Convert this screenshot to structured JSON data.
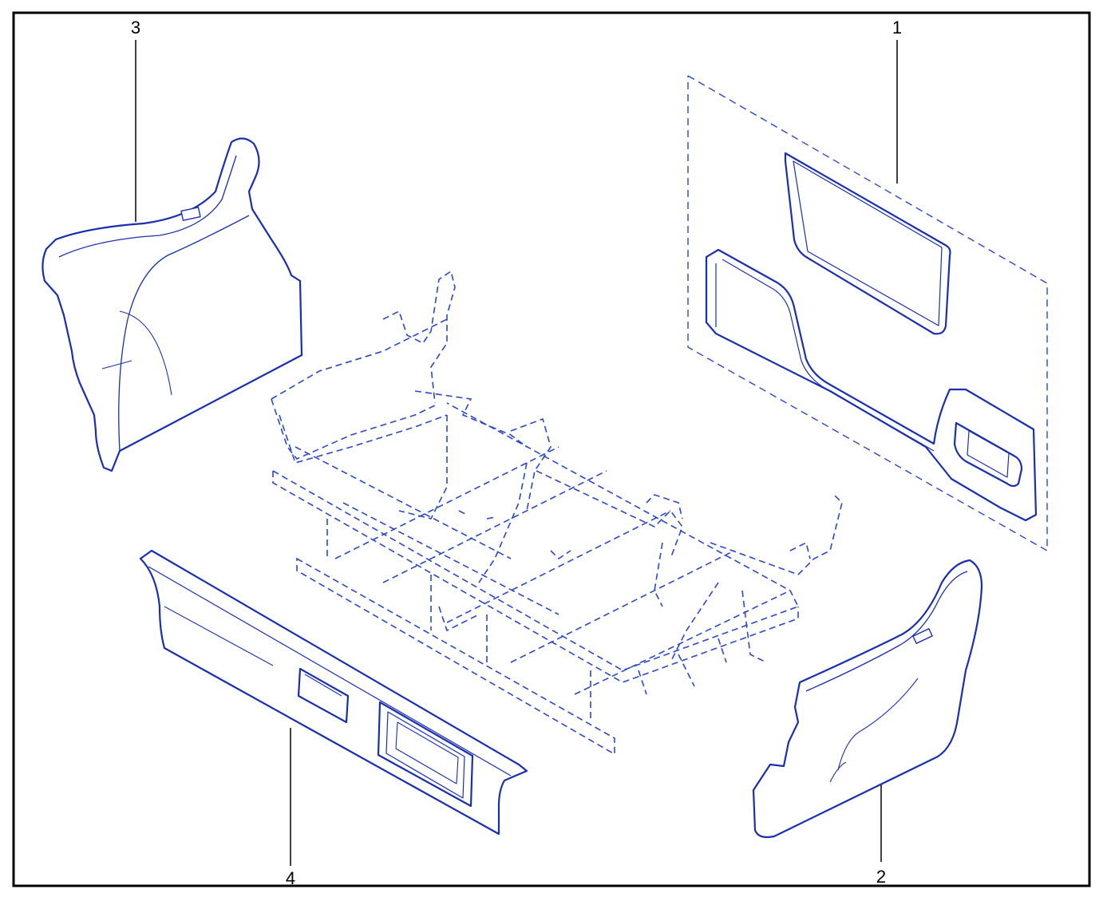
{
  "diagram": {
    "callouts": [
      {
        "id": "1",
        "label": "1"
      },
      {
        "id": "2",
        "label": "2"
      },
      {
        "id": "3",
        "label": "3"
      },
      {
        "id": "4",
        "label": "4"
      }
    ]
  },
  "colors": {
    "part_line": "#1a2fb0",
    "ghost_line": "#2a48c8",
    "frame": "#000000",
    "leader": "#000000"
  },
  "parts": {
    "1": "door-trim-panel-with-pocket-icon",
    "2": "right-side-trim-cover-icon",
    "3": "left-side-trim-cover-icon",
    "4": "front-trim-panel-icon",
    "frame": "seat-frame-dashed-outline-icon"
  }
}
